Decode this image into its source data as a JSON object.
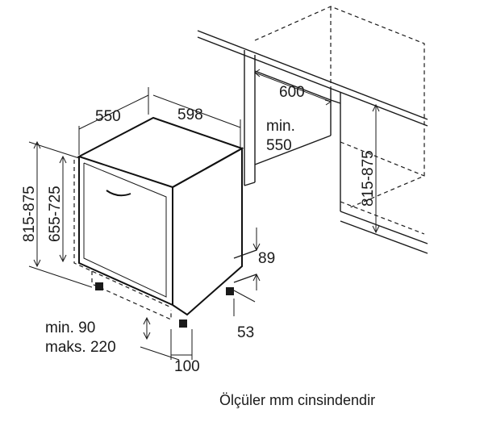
{
  "dimensions": {
    "depth": "550",
    "width": "598",
    "niche_width": "600",
    "niche_depth_line1": "min.",
    "niche_depth_line2": "550",
    "height_range": "815-875",
    "door_height": "655-725",
    "niche_height": "815-875",
    "plinth_height": "89",
    "foot_offset": "53",
    "plinth_range_line1": "min. 90",
    "plinth_range_line2": "maks. 220",
    "plinth_depth": "100"
  },
  "caption": "Ölçüler mm cinsindendir"
}
